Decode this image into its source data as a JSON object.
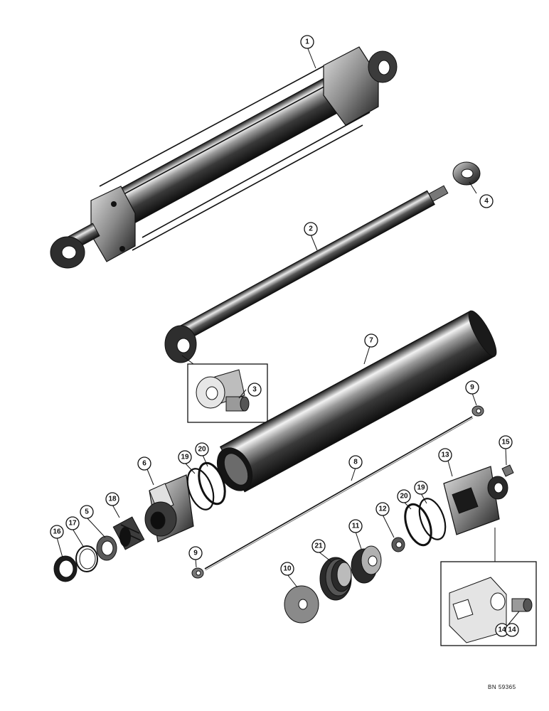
{
  "drawing_id": "BN 59365",
  "colors": {
    "ink": "#111111",
    "paper": "#ffffff",
    "mid_gray": "#8a8a8a",
    "light_gray": "#d6d6d6"
  },
  "callouts": [
    "1",
    "2",
    "3",
    "4",
    "5",
    "6",
    "7",
    "8",
    "9",
    "9",
    "10",
    "11",
    "12",
    "13",
    "14",
    "14",
    "15",
    "16",
    "17",
    "18",
    "19",
    "19",
    "20",
    "20",
    "21"
  ]
}
